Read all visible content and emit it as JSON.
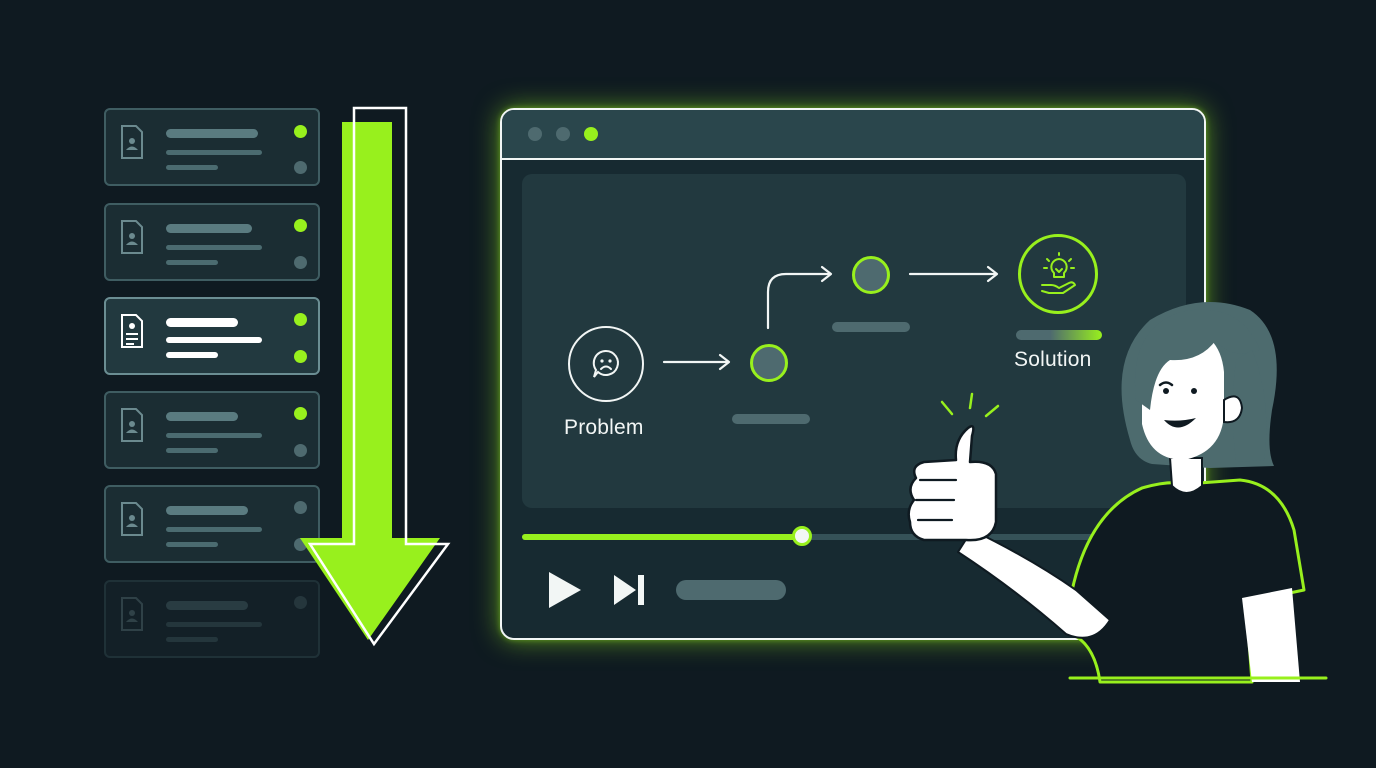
{
  "window": {
    "dots": [
      "#4e6a6f",
      "#4e6a6f",
      "#98f01d"
    ]
  },
  "diagram": {
    "problem_label": "Problem",
    "solution_label": "Solution"
  },
  "player": {
    "progress": 0.42
  },
  "document_list": {
    "items": [
      {
        "active": false,
        "faded": false
      },
      {
        "active": false,
        "faded": false
      },
      {
        "active": true,
        "faded": false
      },
      {
        "active": false,
        "faded": false
      },
      {
        "active": false,
        "faded": false
      },
      {
        "active": false,
        "faded": true
      }
    ]
  },
  "colors": {
    "accent": "#98f01d",
    "background": "#0f1a21",
    "panel": "#22393f",
    "outline": "#f2f6f5"
  },
  "icons": [
    "document-icon",
    "down-arrow-icon",
    "sad-face-icon",
    "lightbulb-hand-icon",
    "play-icon",
    "skip-next-icon",
    "thumbs-up-person-illustration"
  ]
}
